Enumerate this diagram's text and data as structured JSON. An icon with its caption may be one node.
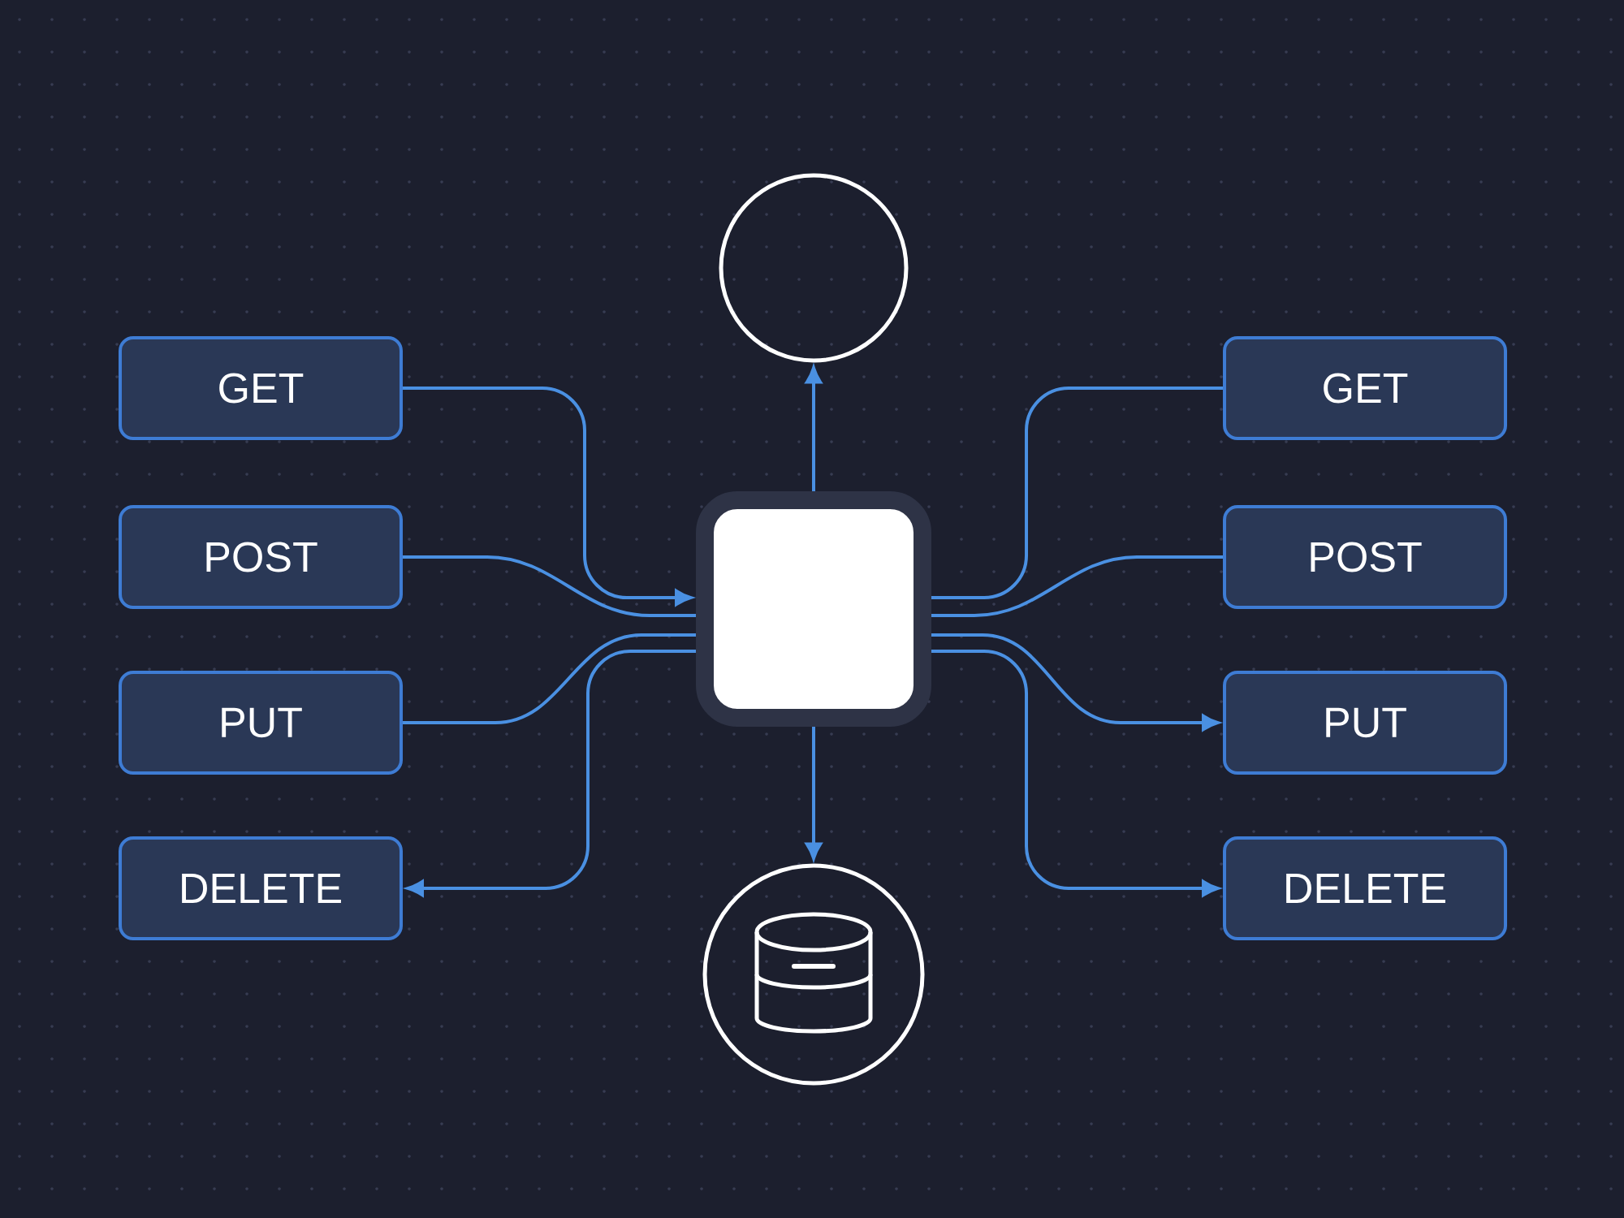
{
  "diagram": {
    "nodes": [
      {
        "text": [],
        "shape": "circle"
      },
      {
        "text": [
          "GET"
        ]
      },
      {
        "text": [
          "POST"
        ]
      },
      {
        "text": [
          "PUT"
        ]
      },
      {
        "text": [
          "DELETE"
        ]
      },
      {
        "text": [],
        "shape": "box"
      },
      {
        "text": [
          "GET"
        ]
      },
      {
        "text": [
          "POST"
        ]
      },
      {
        "text": [
          "PUT"
        ]
      },
      {
        "text": [
          "DELETE"
        ]
      },
      {
        "text": [],
        "shape": "circle"
      }
    ],
    "edges": [
      {
        "from": 1,
        "to": 5,
        "arrow": "to"
      },
      {
        "from": 2,
        "to": 5,
        "arrow": "none"
      },
      {
        "from": 3,
        "to": 5,
        "arrow": "none"
      },
      {
        "from": 5,
        "to": 4,
        "arrow": "to"
      },
      {
        "from": 5,
        "to": 0,
        "arrow": "to"
      },
      {
        "from": 5,
        "to": 10,
        "arrow": "to"
      },
      {
        "from": 5,
        "to": 6,
        "arrow": "none"
      },
      {
        "from": 5,
        "to": 7,
        "arrow": "none"
      },
      {
        "from": 5,
        "to": 8,
        "arrow": "to"
      },
      {
        "from": 5,
        "to": 9,
        "arrow": "to"
      }
    ]
  }
}
